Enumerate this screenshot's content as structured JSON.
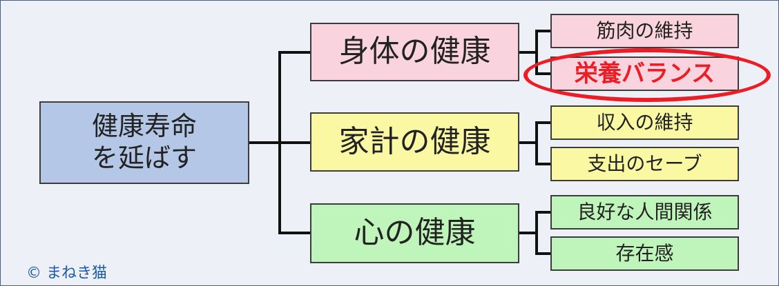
{
  "root": {
    "line1": "健康寿命",
    "line2": "を延ばす"
  },
  "branches": [
    {
      "label": "身体の健康",
      "color": "#f9d4df",
      "children": [
        "筋肉の維持",
        "栄養バランス"
      ]
    },
    {
      "label": "家計の健康",
      "color": "#fbf8a4",
      "children": [
        "収入の維持",
        "支出のセーブ"
      ]
    },
    {
      "label": "心の健康",
      "color": "#bff5bb",
      "children": [
        "良好な人間関係",
        "存在感"
      ]
    }
  ],
  "highlighted_item": "栄養バランス",
  "highlight_color": "#ee1c24",
  "copyright": "© まねき猫"
}
